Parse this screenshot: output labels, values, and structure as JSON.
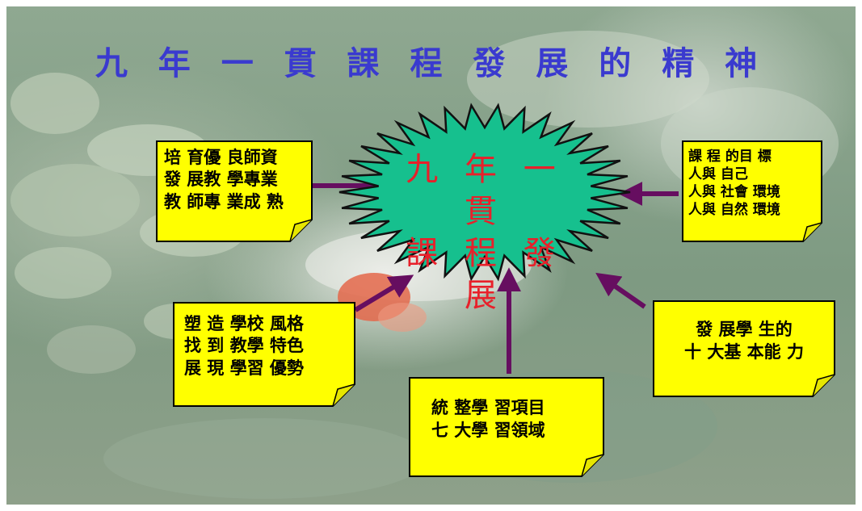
{
  "slide": {
    "title": "九 年 一 貫 課 程 發 展 的 精 神",
    "title_color": "#3a3acf",
    "center": {
      "line1": "九 年 一 貫",
      "line2": "課 程 發 展",
      "fill": "#16c08e",
      "text_color": "#e8202a"
    },
    "notes": {
      "teachers": [
        "培 育優 良師資",
        "發 展教 學專業",
        "教 師專 業成 熟"
      ],
      "goals": [
        "課 程 的目 標",
        "人與 自己",
        "人與 社會 環境",
        "人與 自然 環境"
      ],
      "school": [
        "塑 造 學校 風格",
        "找 到 教學 特色",
        "展 現 學習 優勢"
      ],
      "integration": [
        "統 整學 習項目",
        "七 大學 習領域"
      ],
      "abilities": [
        "發 展學 生的",
        "十 大基 本能 力"
      ]
    },
    "note_color": "#ffff00",
    "arrow_color": "#660e60"
  }
}
